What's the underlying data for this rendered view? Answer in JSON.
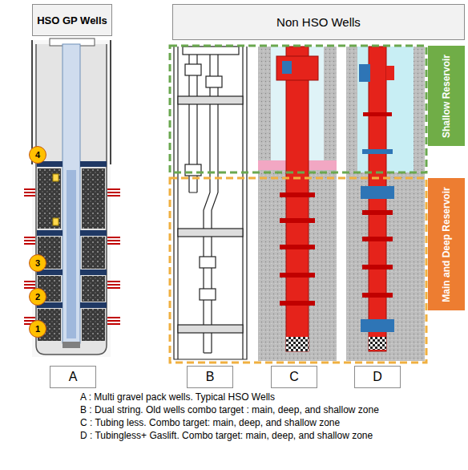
{
  "diagram": {
    "nodes": [
      {
        "text": [
          "HSO GP Wells"
        ]
      },
      {
        "text": [
          "Non HSO Wells"
        ]
      },
      {
        "text": [
          "Shallow Reservoir"
        ]
      },
      {
        "text": [
          "4"
        ]
      },
      {
        "text": [
          "3"
        ]
      },
      {
        "text": [
          "2"
        ]
      },
      {
        "text": [
          "1"
        ]
      },
      {
        "text": [
          "Main and Deep Reservoir"
        ]
      },
      {
        "text": [
          "A"
        ]
      },
      {
        "text": [
          "B"
        ]
      },
      {
        "text": [
          "C"
        ]
      },
      {
        "text": [
          "D"
        ]
      }
    ],
    "labels": [
      "A : Multi gravel pack wells. Typical HSO Wells",
      "B : Dual string. Old wells combo target : main, deep, and shallow zone",
      "C : Tubing less. Combo target: main, deep, and shallow zone",
      "D : Tubingless+ Gaslift. Combo target: main, deep, and shallow zone"
    ]
  }
}
